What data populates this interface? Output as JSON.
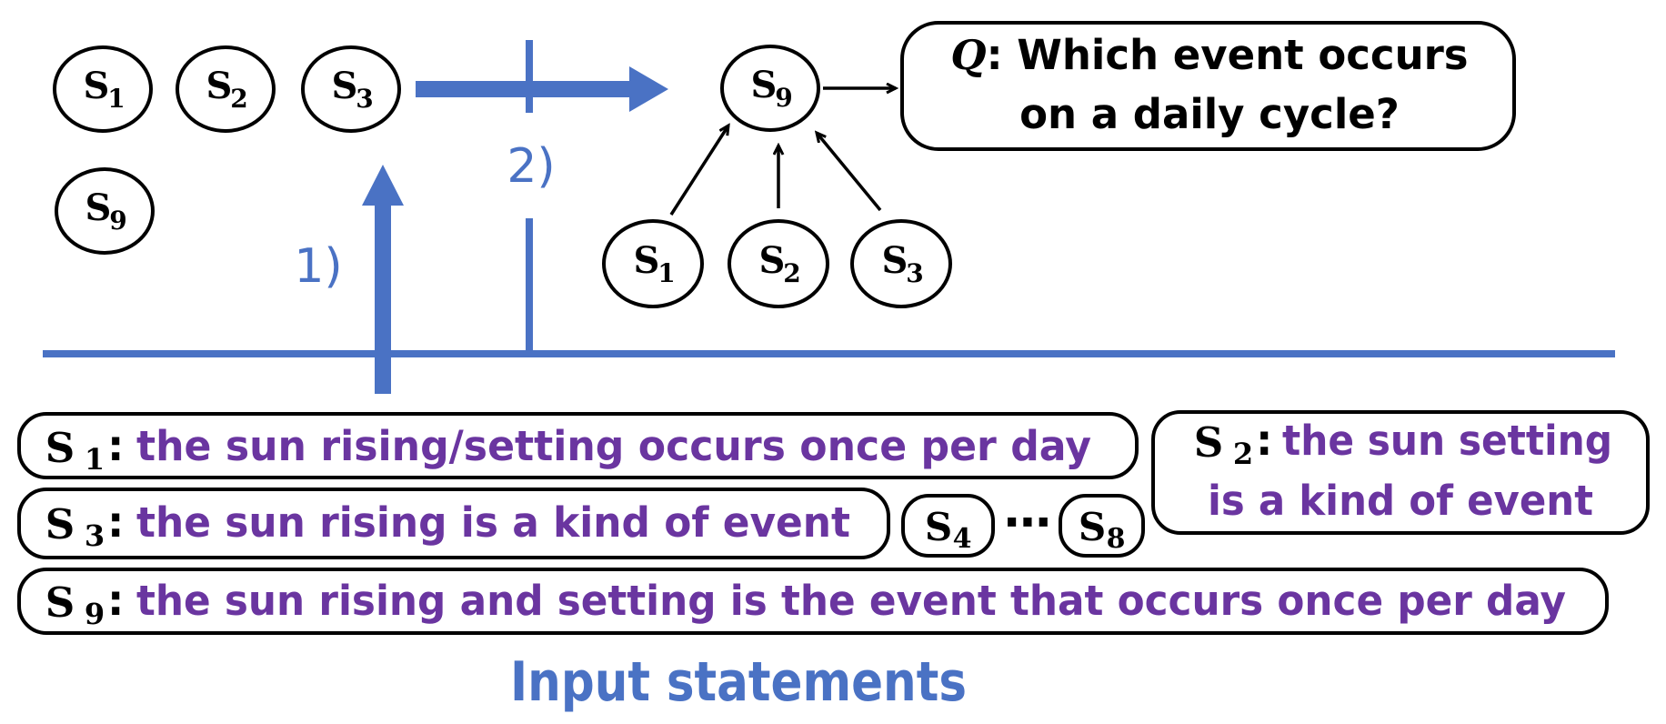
{
  "nodes": {
    "s1": {
      "base": "S",
      "sub": "1"
    },
    "s2": {
      "base": "S",
      "sub": "2"
    },
    "s3": {
      "base": "S",
      "sub": "3"
    },
    "s4": {
      "base": "S",
      "sub": "4"
    },
    "s8": {
      "base": "S",
      "sub": "8"
    },
    "s9": {
      "base": "S",
      "sub": "9"
    }
  },
  "steps": {
    "step1": "1)",
    "step2": "2)"
  },
  "question": {
    "symbol": "Q",
    "line1": ": Which event occurs",
    "line2": "on a daily cycle?"
  },
  "statements": {
    "s1": {
      "label_sub": "1",
      "text": "the sun rising/setting occurs once per day"
    },
    "s2": {
      "label_sub": "2",
      "line1": "the sun setting",
      "line2": "is a kind of event"
    },
    "s3": {
      "label_sub": "3",
      "text": "the sun rising is a kind of event"
    },
    "s9": {
      "label_sub": "9",
      "text": "the sun rising and setting is the event that occurs once per day"
    }
  },
  "ellipsis": "⋯",
  "colon": ":",
  "footer": {
    "label": "Input statements"
  },
  "colors": {
    "blue": "#4a72c4",
    "purple": "#6a35a0",
    "black": "#000000"
  }
}
